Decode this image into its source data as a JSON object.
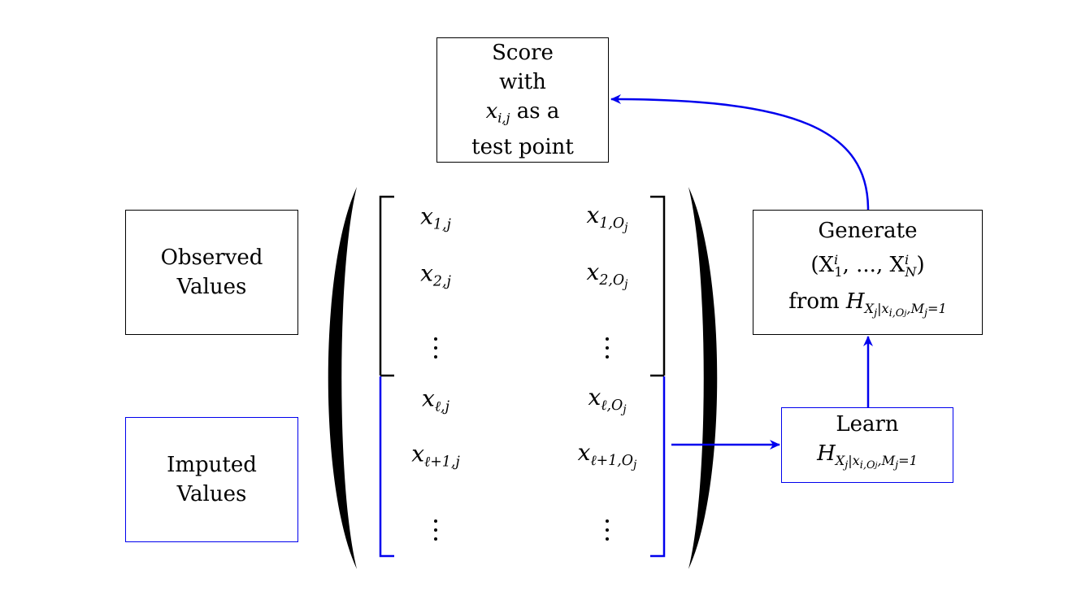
{
  "score_box": {
    "line1": "Score",
    "line2": "with",
    "line3_var": "x",
    "line3_sub": "i,j",
    "line3_rest": " as a",
    "line4": "test point"
  },
  "observed_box": {
    "line1": "Observed",
    "line2": "Values"
  },
  "imputed_box": {
    "line1": "Imputed",
    "line2": "Values"
  },
  "generate_box": {
    "line1": "Generate",
    "line2_open": "(X",
    "line2_sup1": "i",
    "line2_sub1": "1",
    "line2_mid": ", ..., X",
    "line2_sup2": "i",
    "line2_sub2": "N",
    "line2_close": ")",
    "line3_from": "from ",
    "line3_var": "H",
    "line3_sub": "X",
    "line3_sub_j": "j",
    "line3_sub_rest": "|x",
    "line3_sub_io": "i,O",
    "line3_sub_io_j": "j",
    "line3_sub_tail": ",M",
    "line3_sub_tail_j": "j",
    "line3_sub_eq": "=1"
  },
  "learn_box": {
    "line1": "Learn",
    "var": "H",
    "sub": "X",
    "sub_j": "j",
    "sub_rest": "|x",
    "sub_io": "i,O",
    "sub_io_j": "j",
    "sub_tail": ",M",
    "sub_tail_j": "j",
    "sub_eq": "=1"
  },
  "matrix": {
    "observed_rows": [
      {
        "left_var": "x",
        "left_sub": "1,j",
        "right_var": "x",
        "right_sub": "1,O",
        "right_sub_j": "j"
      },
      {
        "left_var": "x",
        "left_sub": "2,j",
        "right_var": "x",
        "right_sub": "2,O",
        "right_sub_j": "j"
      }
    ],
    "imputed_rows": [
      {
        "left_var": "x",
        "left_sub": "ℓ,j",
        "right_var": "x",
        "right_sub": "ℓ,O",
        "right_sub_j": "j"
      },
      {
        "left_var": "x",
        "left_sub": "ℓ+1,j",
        "right_var": "x",
        "right_sub": "ℓ+1,O",
        "right_sub_j": "j"
      }
    ]
  },
  "colors": {
    "observed": "#000000",
    "imputed": "#0000ee",
    "arrow": "#0000ee"
  }
}
